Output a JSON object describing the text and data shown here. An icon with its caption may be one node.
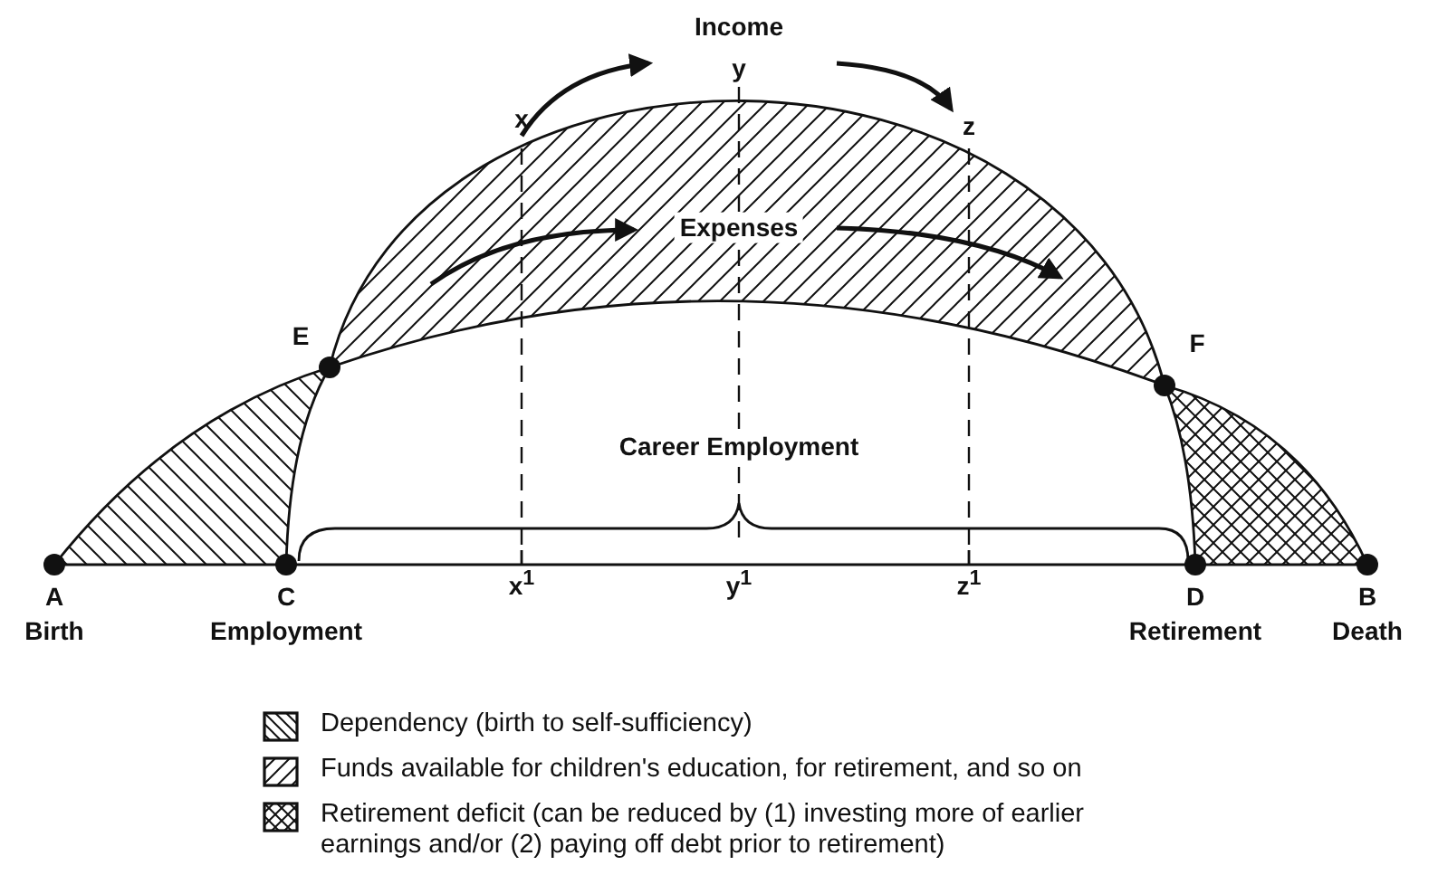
{
  "diagram": {
    "labels": [
      "Income",
      "y",
      "x",
      "z",
      "Expenses",
      "E",
      "F",
      "Career Employment",
      "A",
      "C",
      "x$^{1}$",
      "y$^{1}$",
      "z$^{1}$",
      "D",
      "B",
      "Birth",
      "Employment",
      "Retirement",
      "Death"
    ],
    "legend": [
      {
        "text": "Dependency (birth to self-sufficiency)"
      },
      {
        "text": "Funds available for children's education, for retirement, and so on"
      },
      {
        "text": "Retirement deficit (can be reduced by (1) investing more of earlier earnings and/or (2) paying off debt prior to retirement)"
      }
    ]
  }
}
